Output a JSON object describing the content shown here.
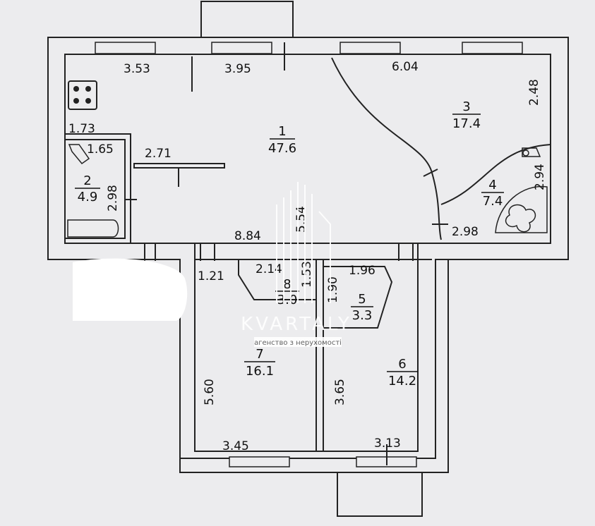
{
  "rooms": [
    {
      "number": "1",
      "area": "47.6"
    },
    {
      "number": "2",
      "area": "4.9"
    },
    {
      "number": "3",
      "area": "17.4"
    },
    {
      "number": "4",
      "area": "7.4"
    },
    {
      "number": "5",
      "area": "3.3"
    },
    {
      "number": "6",
      "area": "14.2"
    },
    {
      "number": "7",
      "area": "16.1"
    },
    {
      "number": "8",
      "area": "3.0"
    }
  ],
  "dimensions": [
    "3.53",
    "3.95",
    "6.04",
    "2.48",
    "1.73",
    "1.65",
    "2.71",
    "2.98",
    "2.94",
    "2.98",
    "8.84",
    "5.54",
    "1.21",
    "2.14",
    "1.53",
    "1.96",
    "1.90",
    "5.60",
    "3.65",
    "3.45",
    "3.13"
  ],
  "watermark": {
    "brand": "KVARTALY",
    "tagline": "агенство з нерухомості"
  },
  "colors": {
    "paper": "#ececee",
    "line": "#222222",
    "redaction": "#ffffff"
  }
}
